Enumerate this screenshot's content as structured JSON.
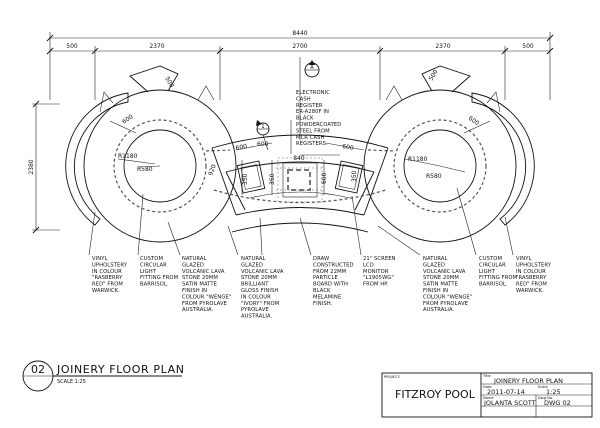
{
  "dimensions": {
    "overall": "8440",
    "segments": [
      "500",
      "2370",
      "2700",
      "2370",
      "500"
    ],
    "side_height": "2380",
    "arc_600_left": "600",
    "arc_500_left": "500",
    "arc_600_right": "600",
    "arc_500_right": "500",
    "radius_outer_left": "R1180",
    "radius_inner_left": "R580",
    "radius_outer_right": "R1180",
    "radius_inner_right": "R580",
    "counter_600_a": "600",
    "counter_600_b": "600",
    "counter_600_c": "600",
    "counter_920": "920",
    "counter_350_a": "350",
    "counter_350_b": "350",
    "counter_350_c": "350",
    "counter_840": "840",
    "counter_600_d": "600"
  },
  "section_marker": {
    "letter": "A",
    "number": "1"
  },
  "callouts": {
    "register": [
      "ELECTRONIC",
      "CASH",
      "REGISTER",
      "ER-A280F IN",
      "BLACK",
      "POWDERCOATED",
      "STEEL FROM",
      "MCR CASH",
      "REGISTERS."
    ],
    "vinyl_left": [
      "VINYL",
      "UPHOLSTERY",
      "IN COLOUR",
      "\"RASBERRY",
      "RED\" FROM",
      "WARWICK."
    ],
    "light_left": [
      "CUSTOM",
      "CIRCULAR",
      "LIGHT",
      "FITTING FROM",
      "BARRISOL."
    ],
    "stone_left": [
      "NATURAL",
      "GLAZED",
      "VOLCANIC LAVA",
      "STONE 20MM",
      "SATIN MATTE",
      "FINISH IN",
      "COLOUR \"WENGE\"",
      "FROM PYROLAVE",
      "AUSTRALIA."
    ],
    "stone_ivory": [
      "NATURAL",
      "GLAZED",
      "VOLCANIC LAVA",
      "STONE 20MM",
      "BRILLIANT",
      "GLOSS FINISH",
      "IN COLOUR",
      "\"IVORY\" FROM",
      "PYROLAVE",
      "AUSTRALIA."
    ],
    "draw": [
      "DRAW",
      "CONSTRUCTED",
      "FROM 22MM",
      "PARTICLE",
      "BOARD WITH",
      "BLACK",
      "MELAMINE",
      "FINISH."
    ],
    "monitor": [
      "21\" SCREEN",
      "LCD",
      "MONITOR",
      "\"L1905WG\"",
      "FROM HP."
    ],
    "stone_right": [
      "NATURAL",
      "GLAZED",
      "VOLCANIC LAVA",
      "STONE 20MM",
      "SATIN MATTE",
      "FINISH IN",
      "COLOUR \"WENGE\"",
      "FROM PYROLAVE",
      "AUSTRALIA."
    ],
    "light_right": [
      "CUSTOM",
      "CIRCULAR",
      "LIGHT",
      "FITTING FROM",
      "BARRISOL."
    ],
    "vinyl_right": [
      "VINYL",
      "UPHOLSTERY",
      "IN COLOUR",
      "\"RASBERRY",
      "RED\" FROM",
      "WARWICK."
    ]
  },
  "drawing_title": {
    "number": "02",
    "title": "JOINERY FLOOR PLAN",
    "scale": "SCALE 1:25"
  },
  "title_block": {
    "project_label": "PROJECT:",
    "project": "FITZROY POOL",
    "title_label": "Title",
    "title": "JOINERY FLOOR PLAN",
    "date_label": "Date",
    "date": "2011-07-14",
    "scale_label": "Scale",
    "scale": "1:25",
    "name_label": "Name",
    "name": "JOLANTA SCOTT",
    "dwg_label": "Dwg No.",
    "dwg": "DWG 02"
  }
}
